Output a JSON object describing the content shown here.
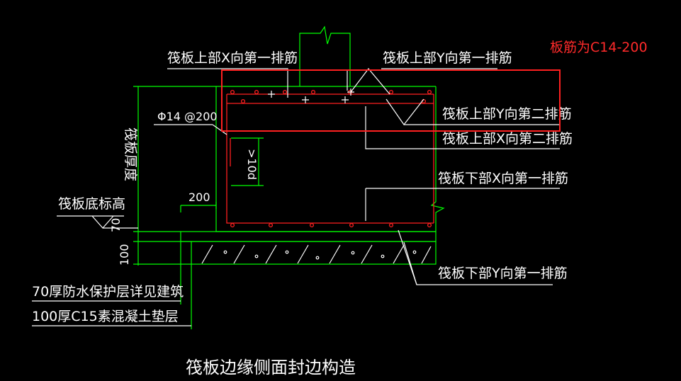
{
  "note": "板筋为C14-200",
  "labels": {
    "top_x_row1": "筏板上部X向第一排筋",
    "top_y_row1": "筏板上部Y向第一排筋",
    "top_y_row2": "筏板上部Y向第二排筋",
    "top_x_row2": "筏板上部X向第二排筋",
    "bottom_x_row1": "筏板下部X向第一排筋",
    "bottom_y_row1": "筏板下部Y向第一排筋",
    "side_bar": "Φ14 @200",
    "thickness": "筏板厚度",
    "bottom_elev": "筏板底标高",
    "dim_200": "200",
    "dim_10d": ">10d",
    "dim_70": "70",
    "dim_100": "100",
    "layer_70": "70厚防水保护层详见建筑",
    "layer_100": "100厚C15素混凝土垫层",
    "title": "筏板边缘侧面封边构造"
  },
  "colors": {
    "background": "#000000",
    "linework": "#00ff00",
    "rebar": "#ff2020",
    "text": "#ffffff",
    "highlight": "#ff2020"
  }
}
